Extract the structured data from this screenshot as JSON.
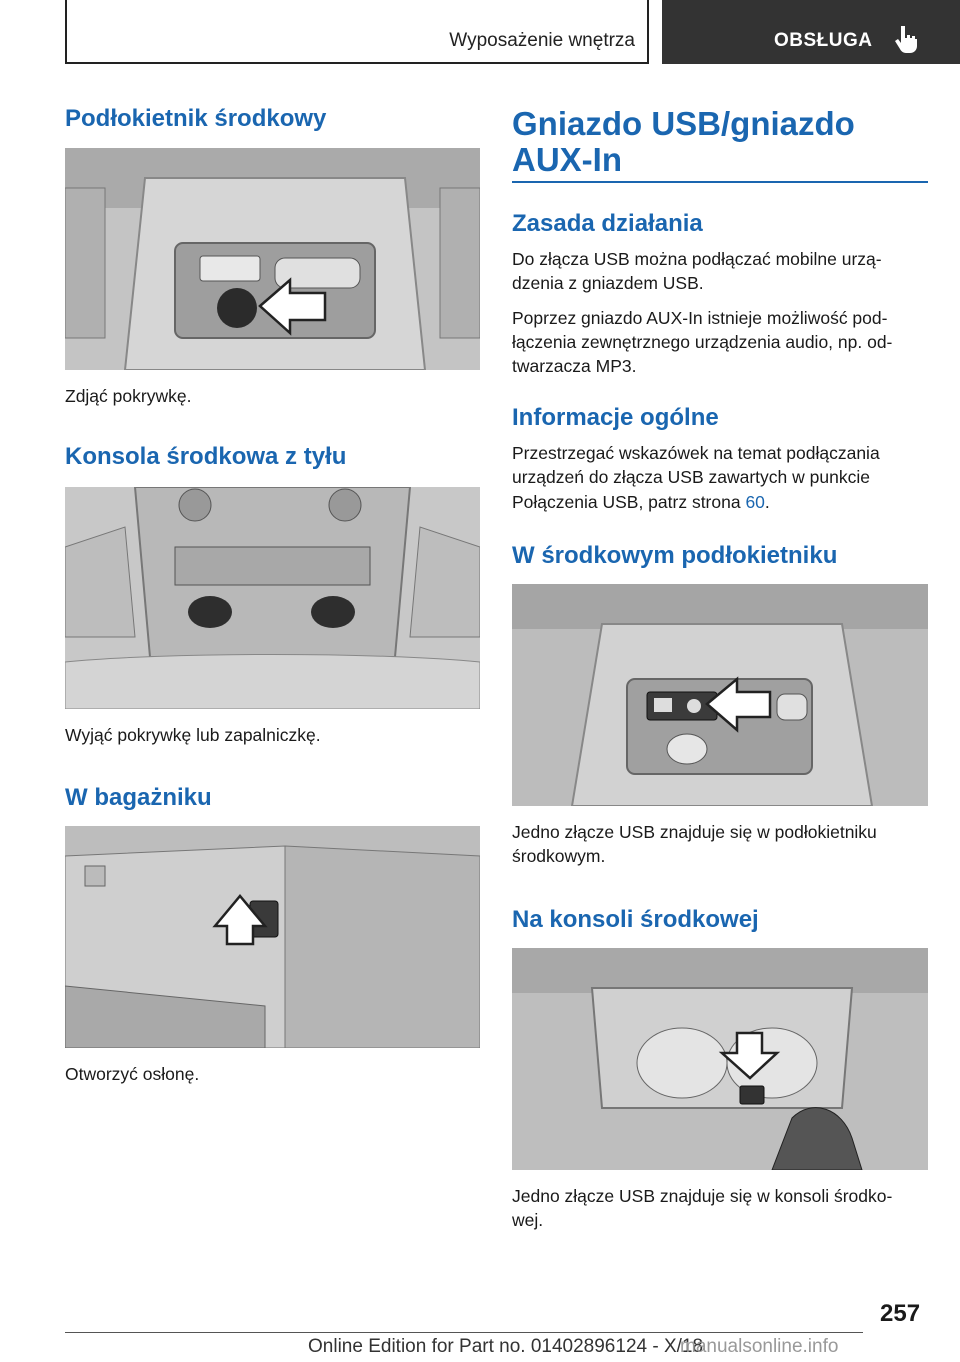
{
  "header": {
    "section_title": "Wyposażenie wnętrza",
    "chapter_label": "OBSŁUGA",
    "chapter_icon": "hand-pointer-icon"
  },
  "left": {
    "s1_title": "Podłokietnik środkowy",
    "s1_caption": "Zdjąć pokrywkę.",
    "s2_title": "Konsola środkowa z tyłu",
    "s2_caption": "Wyjąć pokrywkę lub zapalniczkę.",
    "s3_title": "W bagażniku",
    "s3_caption": "Otworzyć osłonę."
  },
  "right": {
    "main_title_line1": "Gniazdo USB/gniazdo",
    "main_title_line2": "AUX-In",
    "principle_title": "Zasada działania",
    "principle_p1_line1": "Do złącza USB można podłączać mobilne urzą-",
    "principle_p1_line2": "dzenia z gniazdem USB.",
    "principle_p2_line1": "Poprzez gniazdo AUX-In istnieje możliwość pod-",
    "principle_p2_line2": "łączenia zewnętrznego urządzenia audio, np. od-",
    "principle_p2_line3": "twarzacza MP3.",
    "general_title": "Informacje ogólne",
    "general_line1": "Przestrzegać wskazówek na temat podłączania",
    "general_line2": "urządzeń do złącza USB zawartych w punkcie",
    "general_line3_pre": "Połączenia USB, patrz strona ",
    "general_link": "60",
    "general_line3_post": ".",
    "armrest_title": "W środkowym podłokietniku",
    "armrest_caption_line1": "Jedno złącze USB znajduje się w podłokietniku",
    "armrest_caption_line2": "środkowym.",
    "console_title": "Na konsoli środkowej",
    "console_caption_line1": "Jedno złącze USB znajduje się w konsoli środko-",
    "console_caption_line2": "wej."
  },
  "footer": {
    "page_number": "257",
    "edition": "Online Edition for Part no. 01402896124 - X/18",
    "watermark": "manualsonline.info"
  },
  "colors": {
    "heading_blue": "#1a66b0",
    "header_dark": "#333333"
  }
}
